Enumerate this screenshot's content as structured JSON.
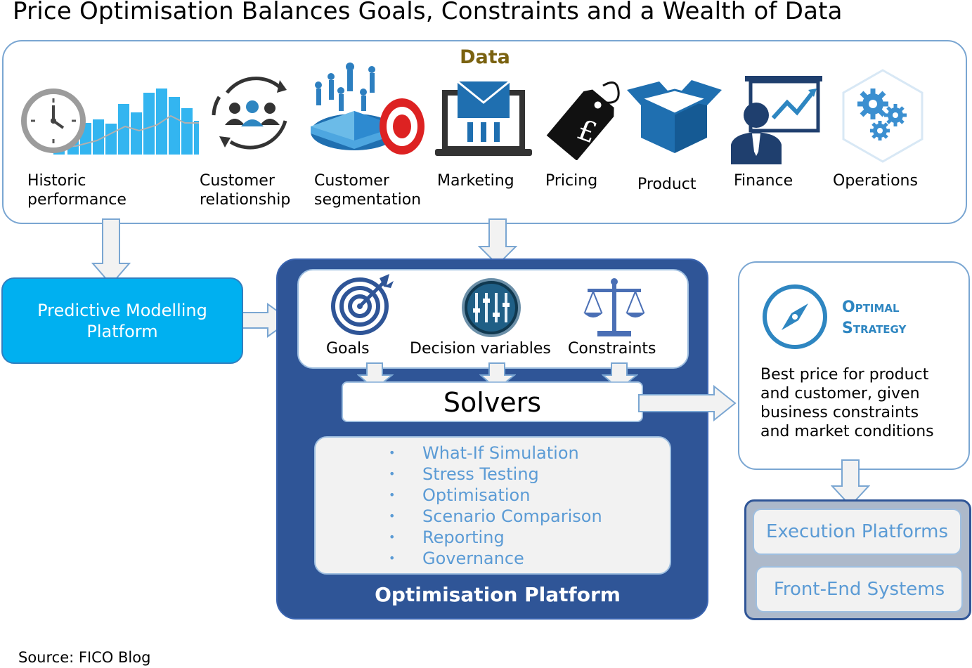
{
  "title": "Price Optimisation Balances Goals, Constraints and a Wealth of Data",
  "data_section": {
    "heading": "Data",
    "sources": [
      {
        "label_line1": "Historic",
        "label_line2": "performance",
        "icon": "clock-barchart-icon"
      },
      {
        "label_line1": "Customer",
        "label_line2": "relationship",
        "icon": "customer-cycle-icon"
      },
      {
        "label_line1": "Customer",
        "label_line2": "segmentation",
        "icon": "segmentation-target-icon"
      },
      {
        "label_line1": "Marketing",
        "label_line2": "",
        "icon": "laptop-mail-icon"
      },
      {
        "label_line1": "Pricing",
        "label_line2": "",
        "icon": "price-tag-icon"
      },
      {
        "label_line1": "Product",
        "label_line2": "",
        "icon": "box-icon"
      },
      {
        "label_line1": "Finance",
        "label_line2": "",
        "icon": "presenter-chart-icon"
      },
      {
        "label_line1": "Operations",
        "label_line2": "",
        "icon": "gears-icon"
      }
    ]
  },
  "predictive": {
    "line1": "Predictive Modelling",
    "line2": "Platform"
  },
  "optimisation": {
    "inputs": [
      {
        "label": "Goals",
        "icon": "target-icon"
      },
      {
        "label": "Decision variables",
        "icon": "sliders-icon"
      },
      {
        "label": "Constraints",
        "icon": "scales-icon"
      }
    ],
    "solvers": "Solvers",
    "capabilities": [
      "What-If Simulation",
      "Stress Testing",
      "Optimisation",
      "Scenario Comparison",
      "Reporting",
      "Governance"
    ],
    "bullet": "•",
    "platform_label": "Optimisation Platform"
  },
  "strategy": {
    "title_line1": "Optimal",
    "title_line2": "Strategy",
    "icon": "compass-icon",
    "desc_lines": [
      "Best price for product",
      "and customer, given",
      "business constraints",
      "and market conditions"
    ]
  },
  "execution": [
    "Execution Platforms",
    "Front-End Systems"
  ],
  "source": "Source: FICO Blog",
  "colors": {
    "accent_blue": "#5b9bd5",
    "dark_blue": "#2f5597",
    "cyan": "#00b0f0",
    "data_heading": "#7a6210"
  }
}
